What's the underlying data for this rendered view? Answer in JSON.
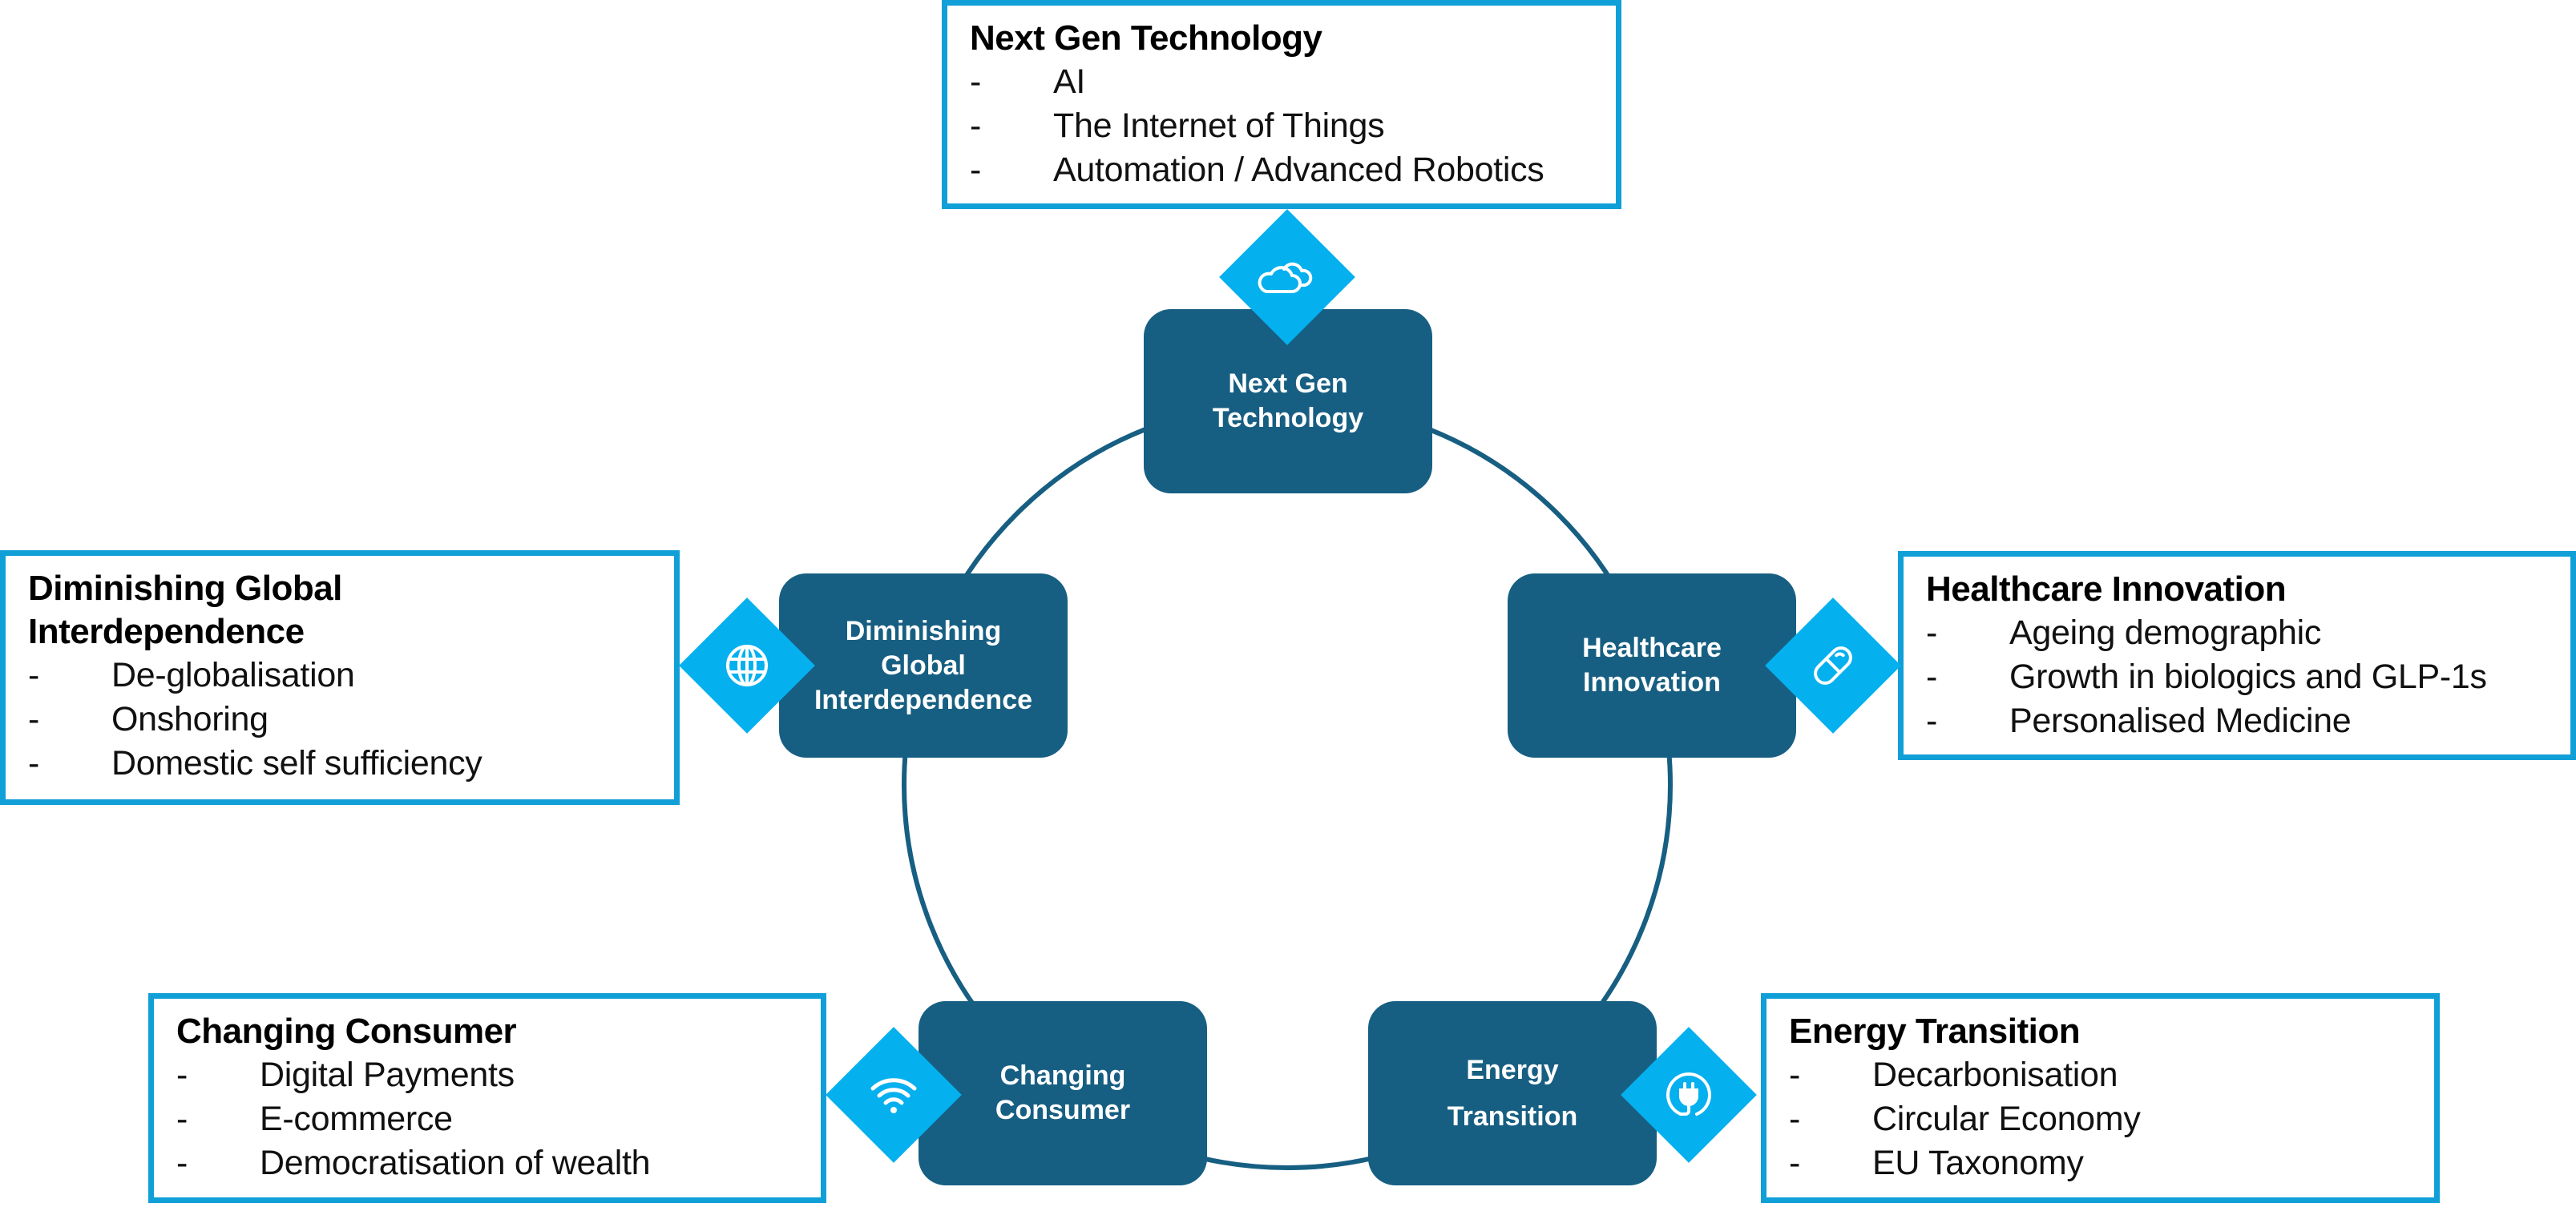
{
  "colors": {
    "node_fill": "#175f82",
    "diamond_fill": "#05b0ef",
    "box_border": "#119fd8",
    "ring_stroke": "#175f82"
  },
  "themes": [
    {
      "id": "top",
      "node_label": "Next Gen\nTechnology",
      "icon": "cloud-icon",
      "box_title": "Next Gen Technology",
      "bullet": "-",
      "items": [
        "AI",
        "The Internet of Things",
        "Automation / Advanced Robotics"
      ]
    },
    {
      "id": "left",
      "node_label": "Diminishing\nGlobal\nInterdependence",
      "icon": "globe-icon",
      "box_title": "Diminishing Global Interdependence",
      "bullet": "-",
      "items": [
        "De-globalisation",
        "Onshoring",
        "Domestic self sufficiency"
      ]
    },
    {
      "id": "right",
      "node_label": "Healthcare\nInnovation",
      "icon": "pill-icon",
      "box_title": "Healthcare Innovation",
      "bullet": "-",
      "items": [
        "Ageing demographic",
        "Growth in biologics and GLP-1s",
        "Personalised Medicine"
      ]
    },
    {
      "id": "bl",
      "node_label": "Changing\nConsumer",
      "icon": "wifi-icon",
      "box_title": "Changing Consumer",
      "bullet": "-",
      "items": [
        "Digital Payments",
        "E-commerce",
        "Democratisation of wealth"
      ]
    },
    {
      "id": "br",
      "node_label": "Energy\nTransition",
      "icon": "plug-icon",
      "box_title": "Energy Transition",
      "bullet": "-",
      "items": [
        "Decarbonisation",
        "Circular Economy",
        "EU Taxonomy"
      ]
    }
  ]
}
